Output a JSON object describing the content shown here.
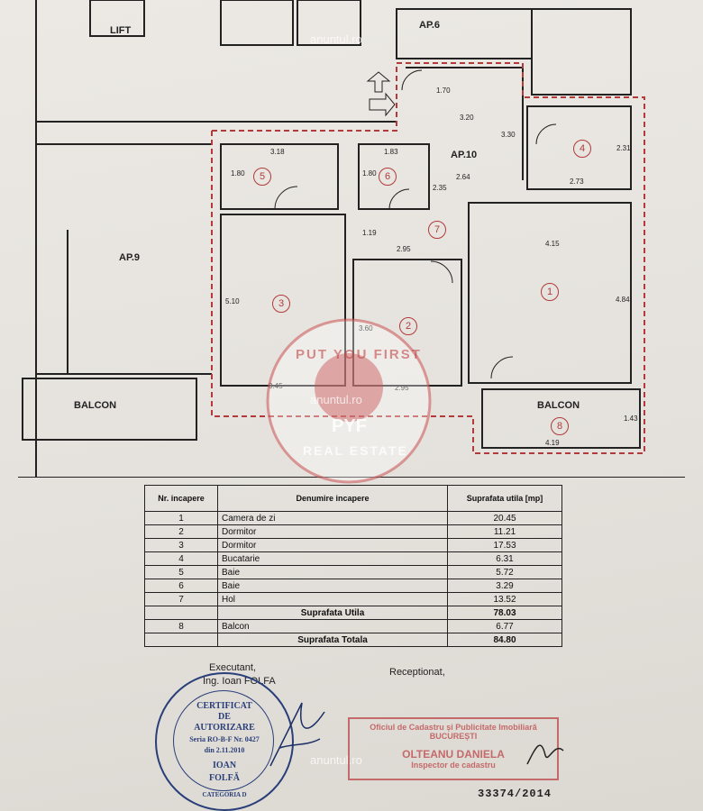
{
  "plan": {
    "apartments": {
      "ap6": "AP.6",
      "ap9": "AP.9",
      "ap10": "AP.10"
    },
    "lift": "LIFT",
    "balcony_left": "BALCON",
    "balcony_right": "BALCON",
    "room_numbers": [
      "1",
      "2",
      "3",
      "4",
      "5",
      "6",
      "7",
      "8"
    ],
    "dimensions": {
      "d170": "1.70",
      "d320": "3.20",
      "d330": "3.30",
      "d318": "3.18",
      "d183": "1.83",
      "d180a": "1.80",
      "d180b": "1.80",
      "d264": "2.64",
      "d231": "2.31",
      "d273": "2.73",
      "d235": "2.35",
      "d119": "1.19",
      "d295a": "2.95",
      "d415": "4.15",
      "d510": "5.10",
      "d360": "3.60",
      "d484": "4.84",
      "d345": "3.45",
      "d295b": "2.95",
      "d143": "1.43",
      "d419": "4.19"
    }
  },
  "table": {
    "headers": {
      "nr": "Nr. incapere",
      "name": "Denumire incapere",
      "area": "Suprafata utila [mp]"
    },
    "rows": [
      {
        "nr": "1",
        "name": "Camera de zi",
        "area": "20.45"
      },
      {
        "nr": "2",
        "name": "Dormitor",
        "area": "11.21"
      },
      {
        "nr": "3",
        "name": "Dormitor",
        "area": "17.53"
      },
      {
        "nr": "4",
        "name": "Bucatarie",
        "area": "6.31"
      },
      {
        "nr": "5",
        "name": "Baie",
        "area": "5.72"
      },
      {
        "nr": "6",
        "name": "Baie",
        "area": "3.29"
      },
      {
        "nr": "7",
        "name": "Hol",
        "area": "13.52"
      }
    ],
    "useful_label": "Suprafata Utila",
    "useful_value": "78.03",
    "balcony": {
      "nr": "8",
      "name": "Balcon",
      "area": "6.77"
    },
    "total_label": "Suprafata Totala",
    "total_value": "84.80"
  },
  "signatures": {
    "executant": "Executant,",
    "engineer": "Ing. Ioan FOLFA",
    "receptionat": "Receptionat,"
  },
  "stamp_left": {
    "line1": "CERTIFICAT",
    "line2": "DE",
    "line3": "AUTORIZARE",
    "line4": "Seria RO-B-F Nr. 0427",
    "line5": "din 2.11.2010",
    "line6": "IOAN",
    "line7": "FOLFĂ",
    "bottom": "CATEGORIA D"
  },
  "stamp_right": {
    "line1": "Oficiul de Cadastru și Publicitate Imobiliară",
    "line2": "BUCUREȘTI",
    "line3": "OLTEANU DANIELA",
    "line4": "Inspector de cadastru"
  },
  "document_number": "33374/2014",
  "watermark": {
    "site": "anuntul.ro",
    "logo_top": "PUT YOU FIRST",
    "logo_mid": "PYF",
    "logo_bottom": "REAL ESTATE"
  },
  "colors": {
    "ink": "#222222",
    "red_outline": "#b23a3a",
    "stamp_blue": "#2a3f7a",
    "stamp_red": "#c46a6a"
  }
}
